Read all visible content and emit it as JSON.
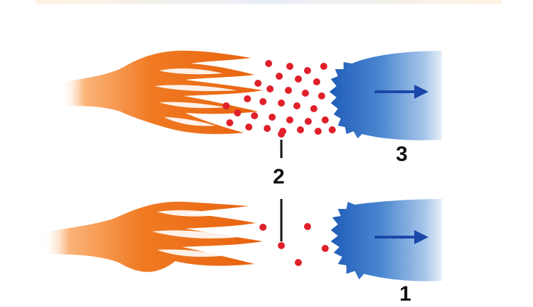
{
  "labels": {
    "one": "1",
    "two": "2",
    "three": "3"
  },
  "colors": {
    "flame_dark": "#e8620e",
    "flame_light": "#fbb47a",
    "particle": "#e0202a",
    "water_blue": "#2f6fc0",
    "water_light": "#cfe0f4",
    "arrow": "#1a47a8",
    "line": "#111111"
  }
}
